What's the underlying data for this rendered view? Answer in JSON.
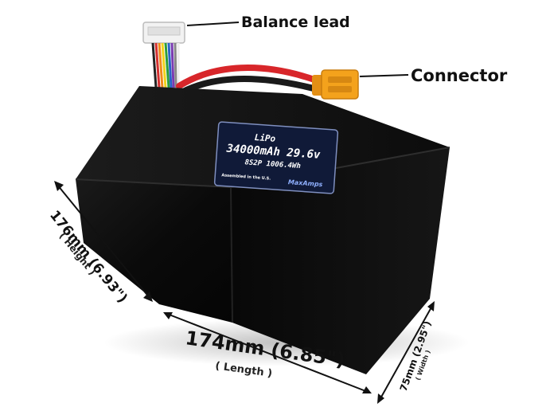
{
  "callouts": {
    "balance_lead": "Balance lead",
    "connector": "Connector"
  },
  "label": {
    "chemistry": "LiPo",
    "capacity_voltage": "34000mAh 29.6v",
    "config_energy": "8S2P 1006.4Wh",
    "assembled": "Assembled in the U.S.",
    "brand": "MaxAmps"
  },
  "dimensions": {
    "height": "176mm (6.93\")",
    "height_sub": "( Height )",
    "length": "174mm (6.85\")",
    "length_sub": "( Length )",
    "width": "75mm (2.95\")",
    "width_sub": "( Width )"
  },
  "colors": {
    "battery_body": "#0b0b0b",
    "red_wire": "#d8262a",
    "connector": "#f4a21c",
    "label_bg": "#101a38"
  }
}
